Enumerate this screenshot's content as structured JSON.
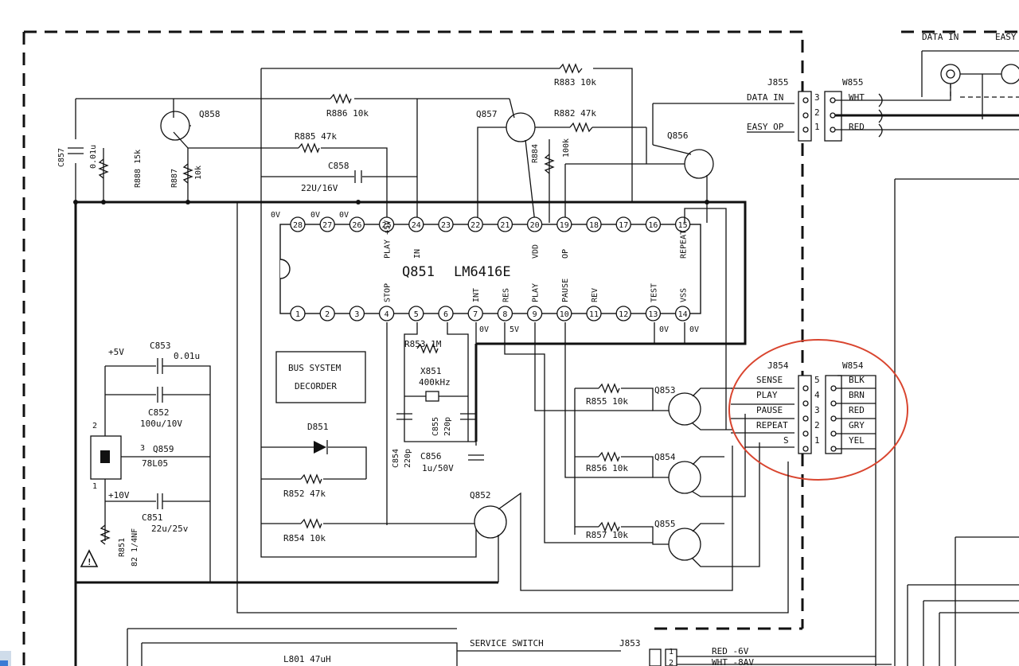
{
  "title": "",
  "ic": {
    "ref": "Q851",
    "part": "LM6416E",
    "top_pins": [
      {
        "num": "28",
        "label": ""
      },
      {
        "num": "27",
        "label": ""
      },
      {
        "num": "26",
        "label": ""
      },
      {
        "num": "25",
        "label": "PLAY +5V"
      },
      {
        "num": "24",
        "label": "IN"
      },
      {
        "num": "23",
        "label": ""
      },
      {
        "num": "22",
        "label": ""
      },
      {
        "num": "21",
        "label": ""
      },
      {
        "num": "20",
        "label": "VDD"
      },
      {
        "num": "19",
        "label": "OP"
      },
      {
        "num": "18",
        "label": ""
      },
      {
        "num": "17",
        "label": ""
      },
      {
        "num": "16",
        "label": ""
      },
      {
        "num": "15",
        "label": "REPEAT"
      }
    ],
    "bottom_pins": [
      {
        "num": "1",
        "label": ""
      },
      {
        "num": "2",
        "label": ""
      },
      {
        "num": "3",
        "label": ""
      },
      {
        "num": "4",
        "label": "STOP"
      },
      {
        "num": "5",
        "label": ""
      },
      {
        "num": "6",
        "label": ""
      },
      {
        "num": "7",
        "label": "INT"
      },
      {
        "num": "8",
        "label": "RES"
      },
      {
        "num": "9",
        "label": "PLAY"
      },
      {
        "num": "10",
        "label": "PAUSE"
      },
      {
        "num": "11",
        "label": "REV"
      },
      {
        "num": "12",
        "label": ""
      },
      {
        "num": "13",
        "label": "TEST"
      },
      {
        "num": "14",
        "label": "VSS"
      }
    ],
    "volt_top": [
      "0V",
      "0V",
      "0V"
    ],
    "volt_bottom": [
      "0V",
      "5V",
      "0V",
      "0V"
    ]
  },
  "bus_box": {
    "line1": "BUS SYSTEM",
    "line2": "DECORDER"
  },
  "transistors": [
    "Q858",
    "Q857",
    "Q856",
    "Q853",
    "Q854",
    "Q855",
    "Q852",
    "Q859"
  ],
  "q859_part": "78L05",
  "resistors": {
    "r883": "R883 10k",
    "r886": "R886 10k",
    "r882": "R882 47k",
    "r884": "R884",
    "r884_val": "100k",
    "r885": "R885 47k",
    "r888": "R888 15k",
    "r887": "R887",
    "r887_val": "10k",
    "r853": "R853 1M",
    "r855": "R855 10k",
    "r856": "R856 10k",
    "r857": "R857 10k",
    "r852": "R852 47k",
    "r854": "R854 10k",
    "r851": "R851",
    "r851_val": "82 1/4NF"
  },
  "capacitors": {
    "c857": "C857",
    "c857_val": "0.01u",
    "c858": "C858",
    "c858_val": "22U/16V",
    "c853": "C853",
    "c853_val": "0.01u",
    "c852": "C852",
    "c852_val": "100u/10V",
    "c851": "C851",
    "c851_val": "22u/25v",
    "c854": "C854",
    "c854_val": "220p",
    "c855": "C855",
    "c855_val": "220p",
    "c856": "C856",
    "c856_val": "1u/50V"
  },
  "crystal": {
    "ref": "X851",
    "val": "400kHz"
  },
  "diode": "D851",
  "supply": {
    "plus5": "+5V",
    "plus10": "+10V"
  },
  "pin_marks": {
    "p1": "1",
    "p2": "2",
    "p3": "3"
  },
  "j855": {
    "ref": "J855",
    "wref": "W855",
    "rows": [
      {
        "signal": "DATA IN",
        "pin": "3",
        "wire": "WHT"
      },
      {
        "signal": "",
        "pin": "2",
        "wire": ""
      },
      {
        "signal": "EASY OP",
        "pin": "1",
        "wire": "RED"
      }
    ]
  },
  "j854": {
    "ref": "J854",
    "wref": "W854",
    "rows": [
      {
        "signal": "SENSE",
        "pin": "5",
        "wire": "BLK"
      },
      {
        "signal": "PLAY",
        "pin": "4",
        "wire": "BRN"
      },
      {
        "signal": "PAUSE",
        "pin": "3",
        "wire": "RED"
      },
      {
        "signal": "REPEAT",
        "pin": "2",
        "wire": "GRY"
      },
      {
        "signal": "S",
        "pin": "1",
        "wire": "YEL"
      }
    ]
  },
  "top_right": {
    "data_in": "DATA IN",
    "easy": "EASY"
  },
  "bottom": {
    "l801": "L801 47uH",
    "service": "SERVICE SWITCH",
    "j853": "J853",
    "pin1": "1",
    "pin2": "2",
    "red6": "RED -6V",
    "wht8": "WHT -8AV"
  },
  "colors": {
    "ink": "#111111",
    "highlight": "#d9452f",
    "paper": "#ffffff"
  }
}
